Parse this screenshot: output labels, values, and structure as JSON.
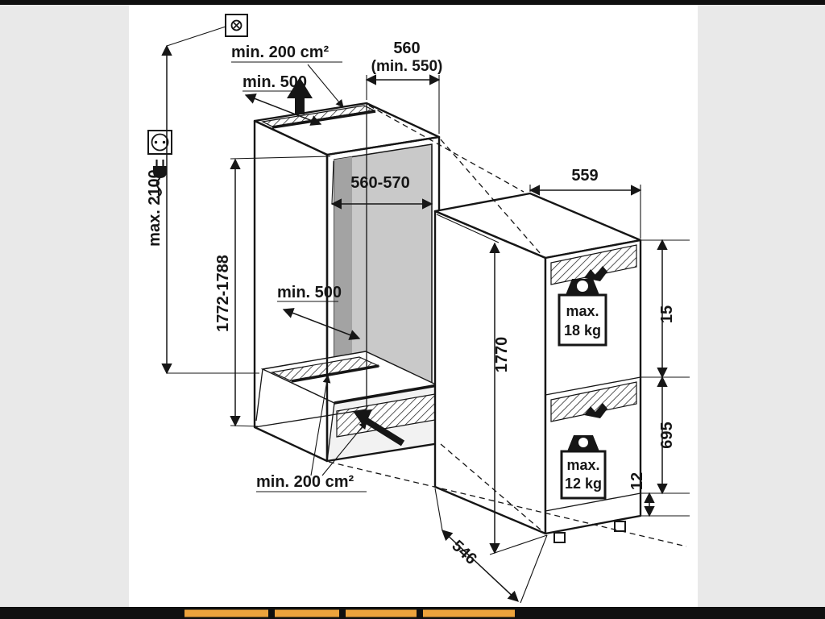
{
  "page": {
    "colors": {
      "ink": "#161616",
      "paper": "#ffffff",
      "background": "#e9e9e9",
      "interior_gray": "#c9c9c9",
      "interior_shadow": "#a3a3a3",
      "plinth_gray": "#f2f2f2",
      "bar": "#101010",
      "accent_orange": "#eda33c"
    },
    "icons": {
      "junction_box": "square-with-cross",
      "power_socket": "socket-outlet",
      "power_plug": "plug-with-cord",
      "airflow_top": "arrow-up",
      "airflow_bottom": "arrow-up-left",
      "weight_upper": "weight",
      "weight_lower": "weight"
    }
  },
  "diagram": {
    "niche": {
      "vent_top_label": "min. 200 cm²",
      "vent_top_width_label": "min. 500",
      "depth_label_line1": "560",
      "depth_label_line2": "(min. 550)",
      "socket_height_label": "max. 2100",
      "height_label": "1772-1788",
      "width_label": "560-570",
      "floor_vent_width_label": "min. 500",
      "vent_bottom_label": "min. 200 cm²"
    },
    "appliance": {
      "width_label": "559",
      "height_label": "1770",
      "top_gap_label": "15",
      "door_height_label": "695",
      "plinth_gap_label": "12",
      "depth_label": "546",
      "upper_weight_line1": "max.",
      "upper_weight_line2": "18 kg",
      "lower_weight_line1": "max.",
      "lower_weight_line2": "12 kg"
    }
  }
}
